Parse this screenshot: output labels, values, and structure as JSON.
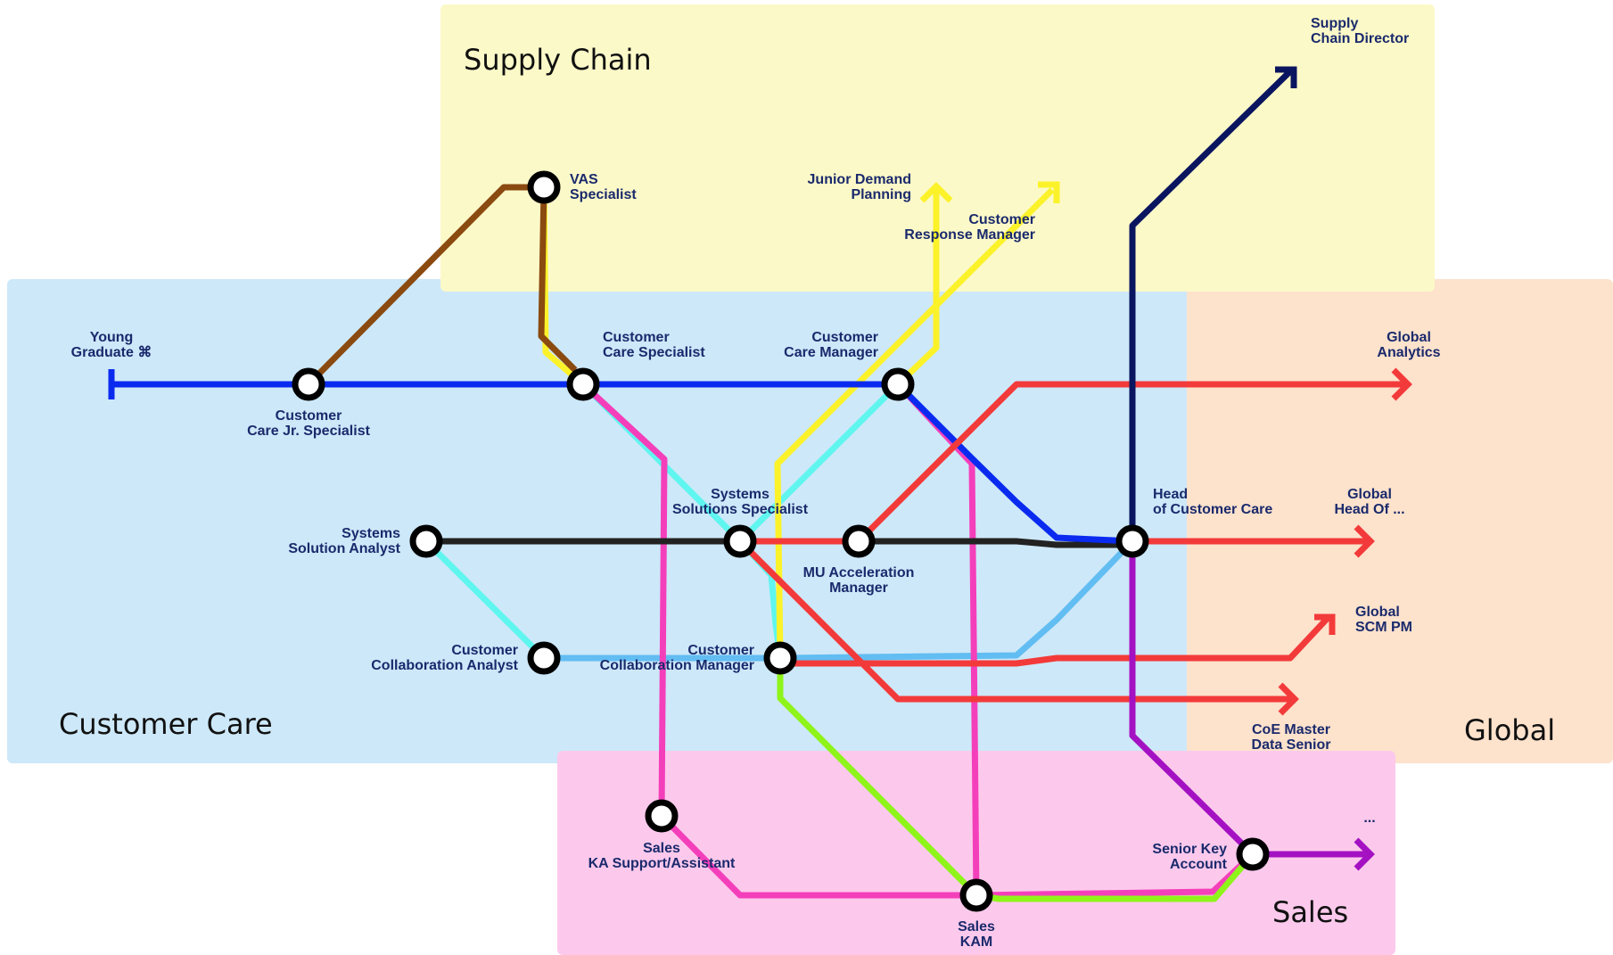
{
  "regions": {
    "supply_chain": "Supply Chain",
    "customer_care": "Customer Care",
    "global": "Global",
    "sales": "Sales"
  },
  "stations": {
    "young_graduate": [
      "Young",
      "Graduate ⌘"
    ],
    "cc_jr_specialist": [
      "Customer",
      "Care Jr. Specialist"
    ],
    "vas_specialist": [
      "VAS",
      "Specialist"
    ],
    "cc_specialist": [
      "Customer",
      "Care Specialist"
    ],
    "cc_manager": [
      "Customer",
      "Care Manager"
    ],
    "junior_demand": [
      "Junior Demand",
      "Planning"
    ],
    "customer_response": [
      "Customer",
      "Response Manager"
    ],
    "supply_chain_director": [
      "Supply",
      "Chain Director"
    ],
    "global_analytics": [
      "Global",
      "Analytics"
    ],
    "systems_solution_analyst": [
      "Systems",
      "Solution Analyst"
    ],
    "systems_solutions_specialist": [
      "Systems",
      "Solutions Specialist"
    ],
    "mu_acceleration": [
      "MU Acceleration",
      "Manager"
    ],
    "head_customer_care": [
      "Head",
      "of Customer Care"
    ],
    "global_head_of": [
      "Global",
      "Head Of ..."
    ],
    "global_scm_pm": [
      "Global",
      "SCM PM"
    ],
    "cc_analyst": [
      "Customer",
      "Collaboration Analyst"
    ],
    "cc_collab_manager": [
      "Customer",
      "Collaboration Manager"
    ],
    "coe_master": [
      "CoE Master",
      "Data Senior"
    ],
    "sales_ka_support": [
      "Sales",
      "KA Support/Assistant"
    ],
    "sales_kam": [
      "Sales",
      "KAM"
    ],
    "senior_key_account": [
      "Senior Key",
      "Account"
    ],
    "more": [
      "..."
    ]
  },
  "colors": {
    "supply_chain_bg": "#fcf9c8",
    "customer_care_bg": "#cde8f9",
    "global_bg": "#fde2cc",
    "sales_bg": "#fcc9ec",
    "blue": "#0a2bef",
    "brown": "#8a4a10",
    "yellow": "#fbf22a",
    "cyan": "#5ff6ef",
    "magenta": "#f43fbb",
    "black": "#222222",
    "red": "#f33a3a",
    "light_blue": "#62bdf2",
    "green": "#8ef41a",
    "navy": "#0a1560",
    "purple": "#a411c2"
  }
}
